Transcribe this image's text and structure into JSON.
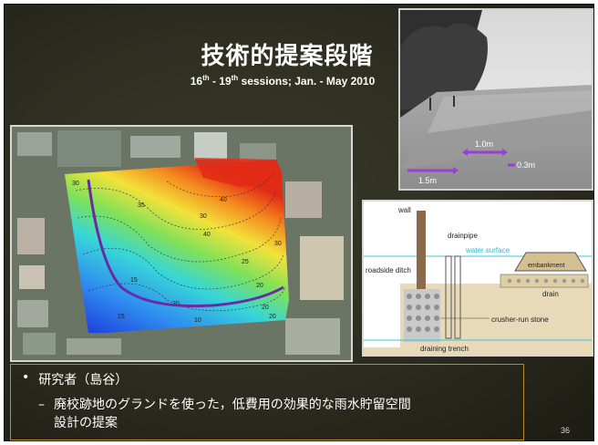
{
  "slide": {
    "title": "技術的提案段階",
    "subtitle_pre": "16",
    "subtitle_sup1": "th",
    "subtitle_mid": " - 19",
    "subtitle_sup2": "th",
    "subtitle_post": " sessions; Jan. - May 2010",
    "page_number": "36"
  },
  "photo": {
    "dim_1": "1.0m",
    "dim_2": "0.3m",
    "dim_3": "1.5m"
  },
  "diagram": {
    "labels": {
      "wall": "wall",
      "drainpipe": "drainpipe",
      "water_surface": "water surface",
      "embankment": "embankment",
      "roadside_ditch": "roadside ditch",
      "drain": "drain",
      "crusher_run_stone": "crusher-run stone",
      "draining_trench": "draining trench"
    }
  },
  "map": {
    "contours": [
      "30",
      "40",
      "35",
      "30",
      "40",
      "25",
      "20",
      "15",
      "20",
      "15",
      "20",
      "10",
      "20",
      "30"
    ]
  },
  "text": {
    "bullet_marker": "•",
    "bullet": "研究者（島谷）",
    "dash_marker": "–",
    "dash_line1": "廃校跡地のグランドを使った，低費用の効果的な雨水貯留空間",
    "dash_line2": "設計の提案"
  },
  "colors": {
    "background": "#2c2c20",
    "text": "#ffffff",
    "box_border": "#b88a2a",
    "accent_purple": "#7a2fb0"
  }
}
